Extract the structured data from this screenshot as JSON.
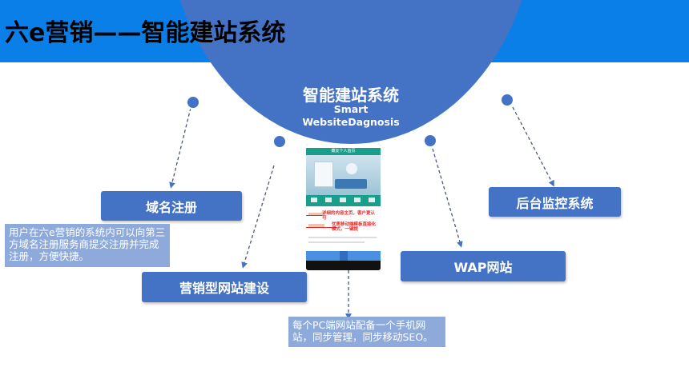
{
  "header": {
    "title": "六e营销——智能建站系统"
  },
  "center": {
    "title": "智能建站系统",
    "subtitle_line1": "Smart",
    "subtitle_line2": "WebsiteDagnosis"
  },
  "features": {
    "domain": {
      "label": "域名注册",
      "note": "用户在六e营销的系统内可以向第三方域名注册服务商提交注册并完成注册，方便快捷。"
    },
    "marketing_site": {
      "label": "营销型网站建设"
    },
    "wap": {
      "label": "WAP网站",
      "note": "每个PC端网站配备一个手机网站，同步管理，同步移动SEO。"
    },
    "backend": {
      "label": "后台监控系统"
    }
  },
  "phone": {
    "header_text": "藏友个人首页",
    "annotation1": "详细的内容主页，客户更认可",
    "annotation2": "优质移动端模板直接化模式，一键提"
  },
  "colors": {
    "topbar": "#0a7fe8",
    "accent": "#4472c4",
    "note_bg": "#8eaadb",
    "phone_theme": "#1a9e8c"
  }
}
